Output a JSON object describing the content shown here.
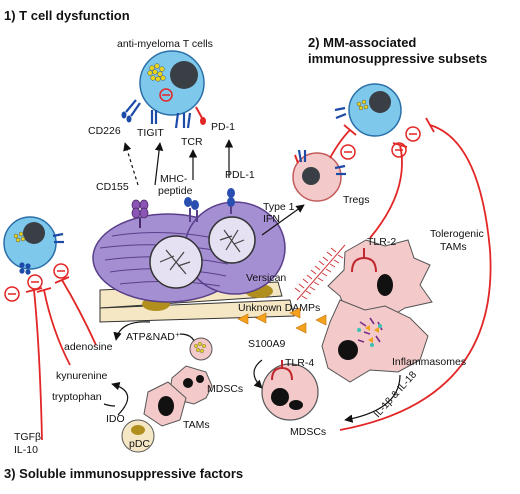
{
  "headings": {
    "h1": "1) T cell dysfunction",
    "h2_line1": "2) MM-associated",
    "h2_line2": "immunosuppressive subsets",
    "h3": "3) Soluble immunosuppressive factors"
  },
  "labels": {
    "anti_myeloma": "anti-myeloma T cells",
    "cd226": "CD226",
    "tigit": "TIGIT",
    "tcr": "TCR",
    "pd1": "PD-1",
    "cd155": "CD155",
    "mhc1": "MHC-",
    "mhc2": "peptide",
    "pdl1": "PDL-1",
    "type1": "Type 1",
    "ifn": "IFN",
    "tregs": "Tregs",
    "tolerogenic": "Tolerogenic",
    "tams_top": "TAMs",
    "tlr2": "TLR-2",
    "versican": "Versican",
    "damps": "Unknown DAMPs",
    "atp": "ATP&NAD⁺",
    "adenosine": "adenosine",
    "s100a9": "S100A9",
    "inflammasomes": "Inflammasomes",
    "tlr4": "TLR-4",
    "kynurenine": "kynurenine",
    "tryptophan": "tryptophan",
    "ido": "IDO",
    "mdscs1": "MDSCs",
    "tams2": "TAMs",
    "mdscs2": "MDSCs",
    "pdc": "pDC",
    "il": "IL-1β & IL-18",
    "tgf": "TGFβ",
    "il10": "IL-10"
  },
  "colors": {
    "tcell_fill": "#7ec8ec",
    "tcell_stroke": "#2a6fa8",
    "nucleus": "#3a3f45",
    "myeloma_fill": "#a58fd3",
    "myeloma_stroke": "#5a3f8a",
    "stroma": "#f6e7c4",
    "stroma_nucleus": "#b08f1e",
    "macrophage_fill": "#f3c9c9",
    "inhibitor_red": "#e32626",
    "receptor_blue": "#1c4aa8",
    "granule_yellow": "#e5d51e",
    "damp_orange": "#f2a21d"
  }
}
